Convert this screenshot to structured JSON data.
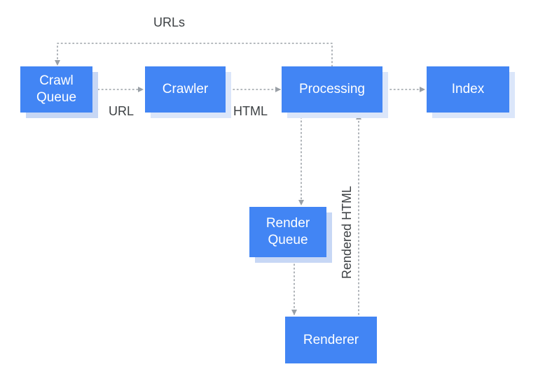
{
  "nodes": {
    "crawl_queue": "Crawl\nQueue",
    "crawler": "Crawler",
    "processing": "Processing",
    "index": "Index",
    "render_queue": "Render\nQueue",
    "renderer": "Renderer"
  },
  "edge_labels": {
    "urls": "URLs",
    "url": "URL",
    "html": "HTML",
    "rendered_html": "Rendered HTML"
  },
  "colors": {
    "node_fill": "#4285f4",
    "node_shadow": "#c7d7f5",
    "connector": "#9aa0a6",
    "label_text": "#3c4043"
  }
}
